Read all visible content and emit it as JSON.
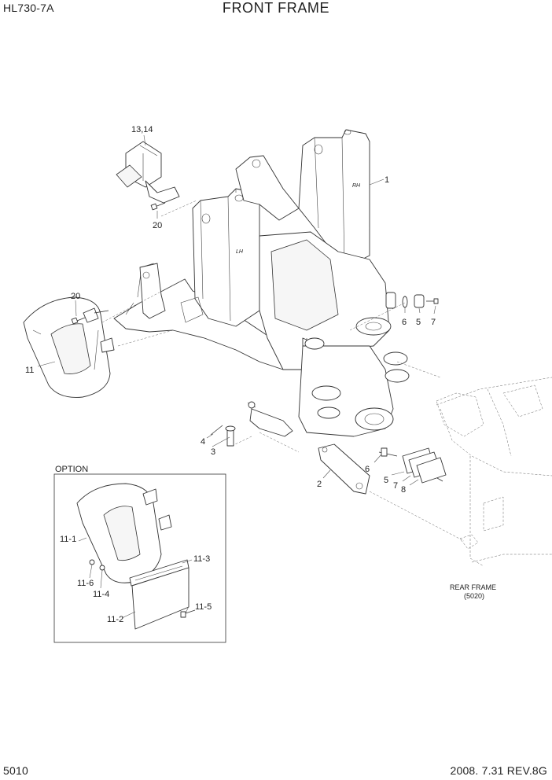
{
  "header": {
    "model": "HL730-7A",
    "title": "FRONT FRAME"
  },
  "footer": {
    "page_number": "5010",
    "revision": "2008. 7.31  REV.8G"
  },
  "callouts": {
    "c1": "1",
    "c2": "2",
    "c3": "3",
    "c4": "4",
    "c5a": "5",
    "c5b": "5",
    "c6a": "6",
    "c6b": "6",
    "c7a": "7",
    "c7b": "7",
    "c8": "8",
    "c11": "11",
    "c1314": "13,14",
    "c20a": "20",
    "c20b": "20",
    "c11_1": "11-1",
    "c11_2": "11-2",
    "c11_3": "11-3",
    "c11_4": "11-4",
    "c11_5": "11-5",
    "c11_6": "11-6"
  },
  "option_box": {
    "label": "OPTION"
  },
  "rear_frame": {
    "label": "REAR FRAME",
    "ref": "(5020)"
  },
  "frame_marks": {
    "rh": "RH",
    "lh": "LH"
  }
}
